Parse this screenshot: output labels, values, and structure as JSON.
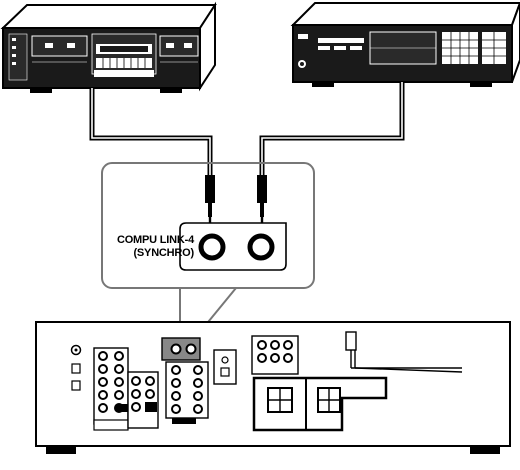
{
  "diagram": {
    "jack_label_line1": "COMPU LINK-4",
    "jack_label_line2": "(SYNCHRO)"
  },
  "devices": [
    {
      "name": "cassette-deck",
      "kind": "cassette deck"
    },
    {
      "name": "cd-player",
      "kind": "cd player"
    },
    {
      "name": "receiver",
      "kind": "receiver rear panel"
    }
  ],
  "connections": [
    {
      "from": "cassette-deck",
      "to": "receiver",
      "via": "compu-link-cable"
    },
    {
      "from": "cd-player",
      "to": "receiver",
      "via": "compu-link-cable"
    }
  ]
}
